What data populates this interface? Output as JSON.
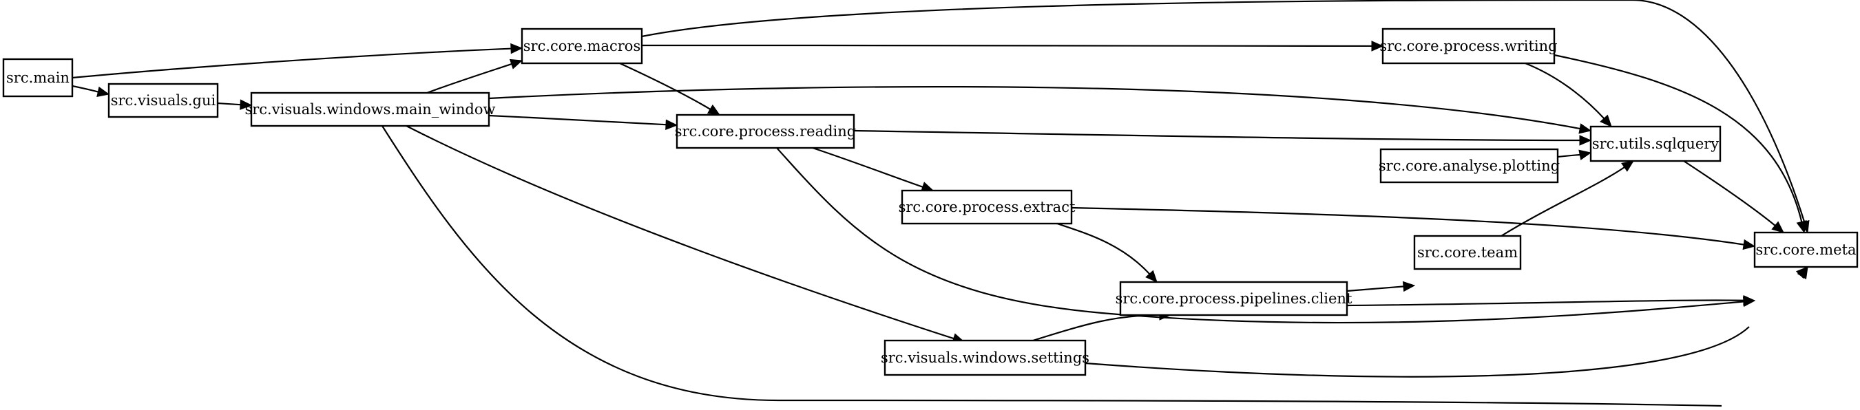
{
  "graph": {
    "nodes": [
      {
        "id": "main",
        "label": "src.main"
      },
      {
        "id": "gui",
        "label": "src.visuals.gui"
      },
      {
        "id": "main_window",
        "label": "src.visuals.windows.main_window"
      },
      {
        "id": "macros",
        "label": "src.core.macros"
      },
      {
        "id": "reading",
        "label": "src.core.process.reading"
      },
      {
        "id": "writing",
        "label": "src.core.process.writing"
      },
      {
        "id": "extract",
        "label": "src.core.process.extract"
      },
      {
        "id": "pipelines",
        "label": "src.core.process.pipelines.client"
      },
      {
        "id": "settings",
        "label": "src.visuals.windows.settings"
      },
      {
        "id": "plotting",
        "label": "src.core.analyse.plotting"
      },
      {
        "id": "sqlquery",
        "label": "src.utils.sqlquery"
      },
      {
        "id": "team",
        "label": "src.core.team"
      },
      {
        "id": "meta",
        "label": "src.core.meta"
      }
    ],
    "edges": [
      {
        "from": "main",
        "to": "gui"
      },
      {
        "from": "main",
        "to": "macros"
      },
      {
        "from": "gui",
        "to": "main_window"
      },
      {
        "from": "main_window",
        "to": "macros"
      },
      {
        "from": "main_window",
        "to": "reading"
      },
      {
        "from": "main_window",
        "to": "sqlquery"
      },
      {
        "from": "main_window",
        "to": "settings"
      },
      {
        "from": "main_window",
        "to": "meta"
      },
      {
        "from": "macros",
        "to": "writing"
      },
      {
        "from": "macros",
        "to": "reading"
      },
      {
        "from": "macros",
        "to": "meta"
      },
      {
        "from": "writing",
        "to": "sqlquery"
      },
      {
        "from": "writing",
        "to": "meta"
      },
      {
        "from": "reading",
        "to": "sqlquery"
      },
      {
        "from": "reading",
        "to": "extract"
      },
      {
        "from": "reading",
        "to": "meta"
      },
      {
        "from": "extract",
        "to": "pipelines"
      },
      {
        "from": "extract",
        "to": "meta"
      },
      {
        "from": "pipelines",
        "to": "team"
      },
      {
        "from": "pipelines",
        "to": "meta"
      },
      {
        "from": "settings",
        "to": "pipelines"
      },
      {
        "from": "settings",
        "to": "meta"
      },
      {
        "from": "plotting",
        "to": "sqlquery"
      },
      {
        "from": "sqlquery",
        "to": "meta"
      },
      {
        "from": "team",
        "to": "sqlquery"
      }
    ]
  }
}
